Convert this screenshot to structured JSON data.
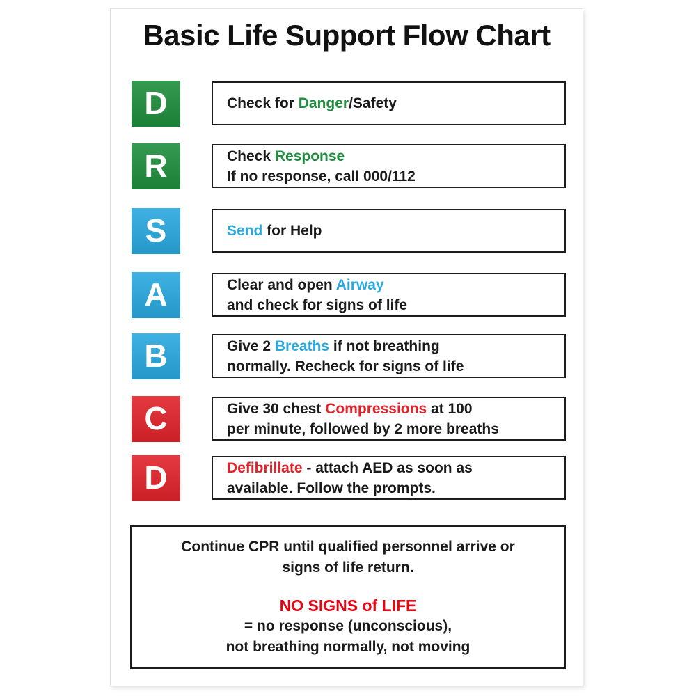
{
  "colors": {
    "green": "#1f8e3d",
    "blue": "#29a9e0",
    "red": "#e1232a",
    "alert_red": "#e30613",
    "box_border": "#1c1c1c"
  },
  "poster": {
    "title": "Basic Life Support Flow Chart",
    "rows": [
      {
        "letter": "D",
        "color": "#1f8e3d",
        "line1_pre": "Check for ",
        "line1_key": "Danger",
        "line1_post": "/Safety"
      },
      {
        "letter": "R",
        "color": "#1f8e3d",
        "line1_pre": "Check ",
        "line1_key": "Response",
        "line1_post": "",
        "line2": "If no response, call 000/112"
      },
      {
        "letter": "S",
        "color": "#29a9e0",
        "line1_pre": "",
        "line1_key": "Send",
        "line1_post": " for Help"
      },
      {
        "letter": "A",
        "color": "#29a9e0",
        "line1_pre": "Clear and open ",
        "line1_key": "Airway",
        "line1_post": "",
        "line2": "and check for signs of life"
      },
      {
        "letter": "B",
        "color": "#29a9e0",
        "line1_pre": "Give 2 ",
        "line1_key": "Breaths",
        "line1_post": " if not breathing",
        "line2": "normally. Recheck for signs of life"
      },
      {
        "letter": "C",
        "color": "#e1232a",
        "line1_pre": "Give 30 chest ",
        "line1_key": "Compressions",
        "line1_post": " at 100",
        "line2": "per minute, followed by 2 more breaths"
      },
      {
        "letter": "D",
        "color": "#e1232a",
        "line1_pre": "",
        "line1_key": "Defibrillate",
        "line1_post": " - attach AED as soon as",
        "line2": "available. Follow the prompts."
      }
    ],
    "footer": {
      "line1": "Continue CPR until qualified personnel arrive or",
      "line2": "signs of life return.",
      "alert_heading": "NO SIGNS of LIFE",
      "line3": "= no response (unconscious),",
      "line4": "not breathing normally, not moving"
    }
  }
}
